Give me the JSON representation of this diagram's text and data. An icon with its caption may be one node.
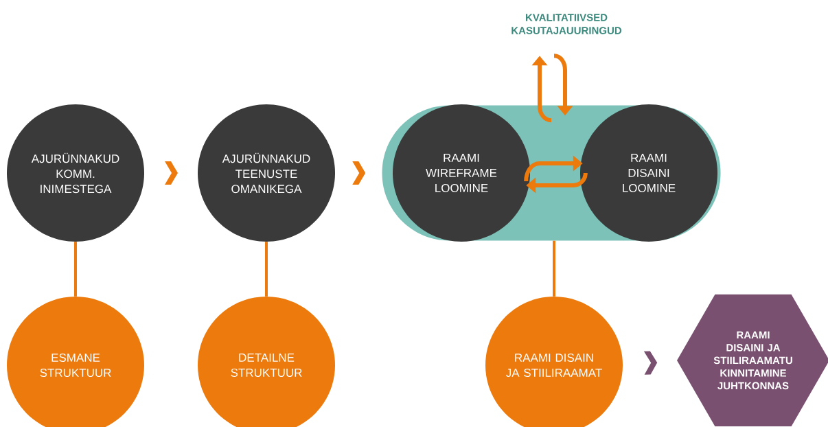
{
  "diagram": {
    "nodes": [
      {
        "text": [
          "AJURÜNNAKUD KOMM. INIMESTEGA"
        ]
      },
      {
        "text": [
          "AJURÜNNAKUD TEENUSTE OMANIKEGA"
        ]
      },
      {
        "text": [],
        "shape": "box"
      },
      {
        "text": [
          "RAAMI WIREFRAME LOOMINE"
        ],
        "in": 2
      },
      {
        "text": [
          "RAAMI DISAINI LOOMINE"
        ],
        "in": 2
      },
      {
        "text": [
          "KVALITATIIVSED KASUTAJAUURINGUD"
        ]
      },
      {
        "text": [
          "ESMANE STRUKTUUR"
        ]
      },
      {
        "text": [
          "DETAILNE STRUKTUUR"
        ]
      },
      {
        "text": [
          "RAAMI DISAIN JA STIILIRAAMAT"
        ]
      },
      {
        "text": [
          "RAAMI DISAINI JA STIILIRAAMATU KINNITAMINE JUHTKONNAS"
        ]
      }
    ],
    "edges": [
      {
        "from": 0,
        "to": 1,
        "arrow": "to"
      },
      {
        "from": 1,
        "to": 2,
        "arrow": "to"
      },
      {
        "from": 3,
        "to": 4,
        "arrow": "to"
      },
      {
        "from": 4,
        "to": 3,
        "arrow": "to"
      },
      {
        "from": 2,
        "to": 5,
        "arrow": "to"
      },
      {
        "from": 5,
        "to": 2,
        "arrow": "to"
      },
      {
        "from": 0,
        "to": 6,
        "arrow": "none"
      },
      {
        "from": 1,
        "to": 7,
        "arrow": "none"
      },
      {
        "from": 2,
        "to": 8,
        "arrow": "none"
      },
      {
        "from": 8,
        "to": 9,
        "arrow": "to",
        "color": "#7a5070"
      }
    ]
  }
}
